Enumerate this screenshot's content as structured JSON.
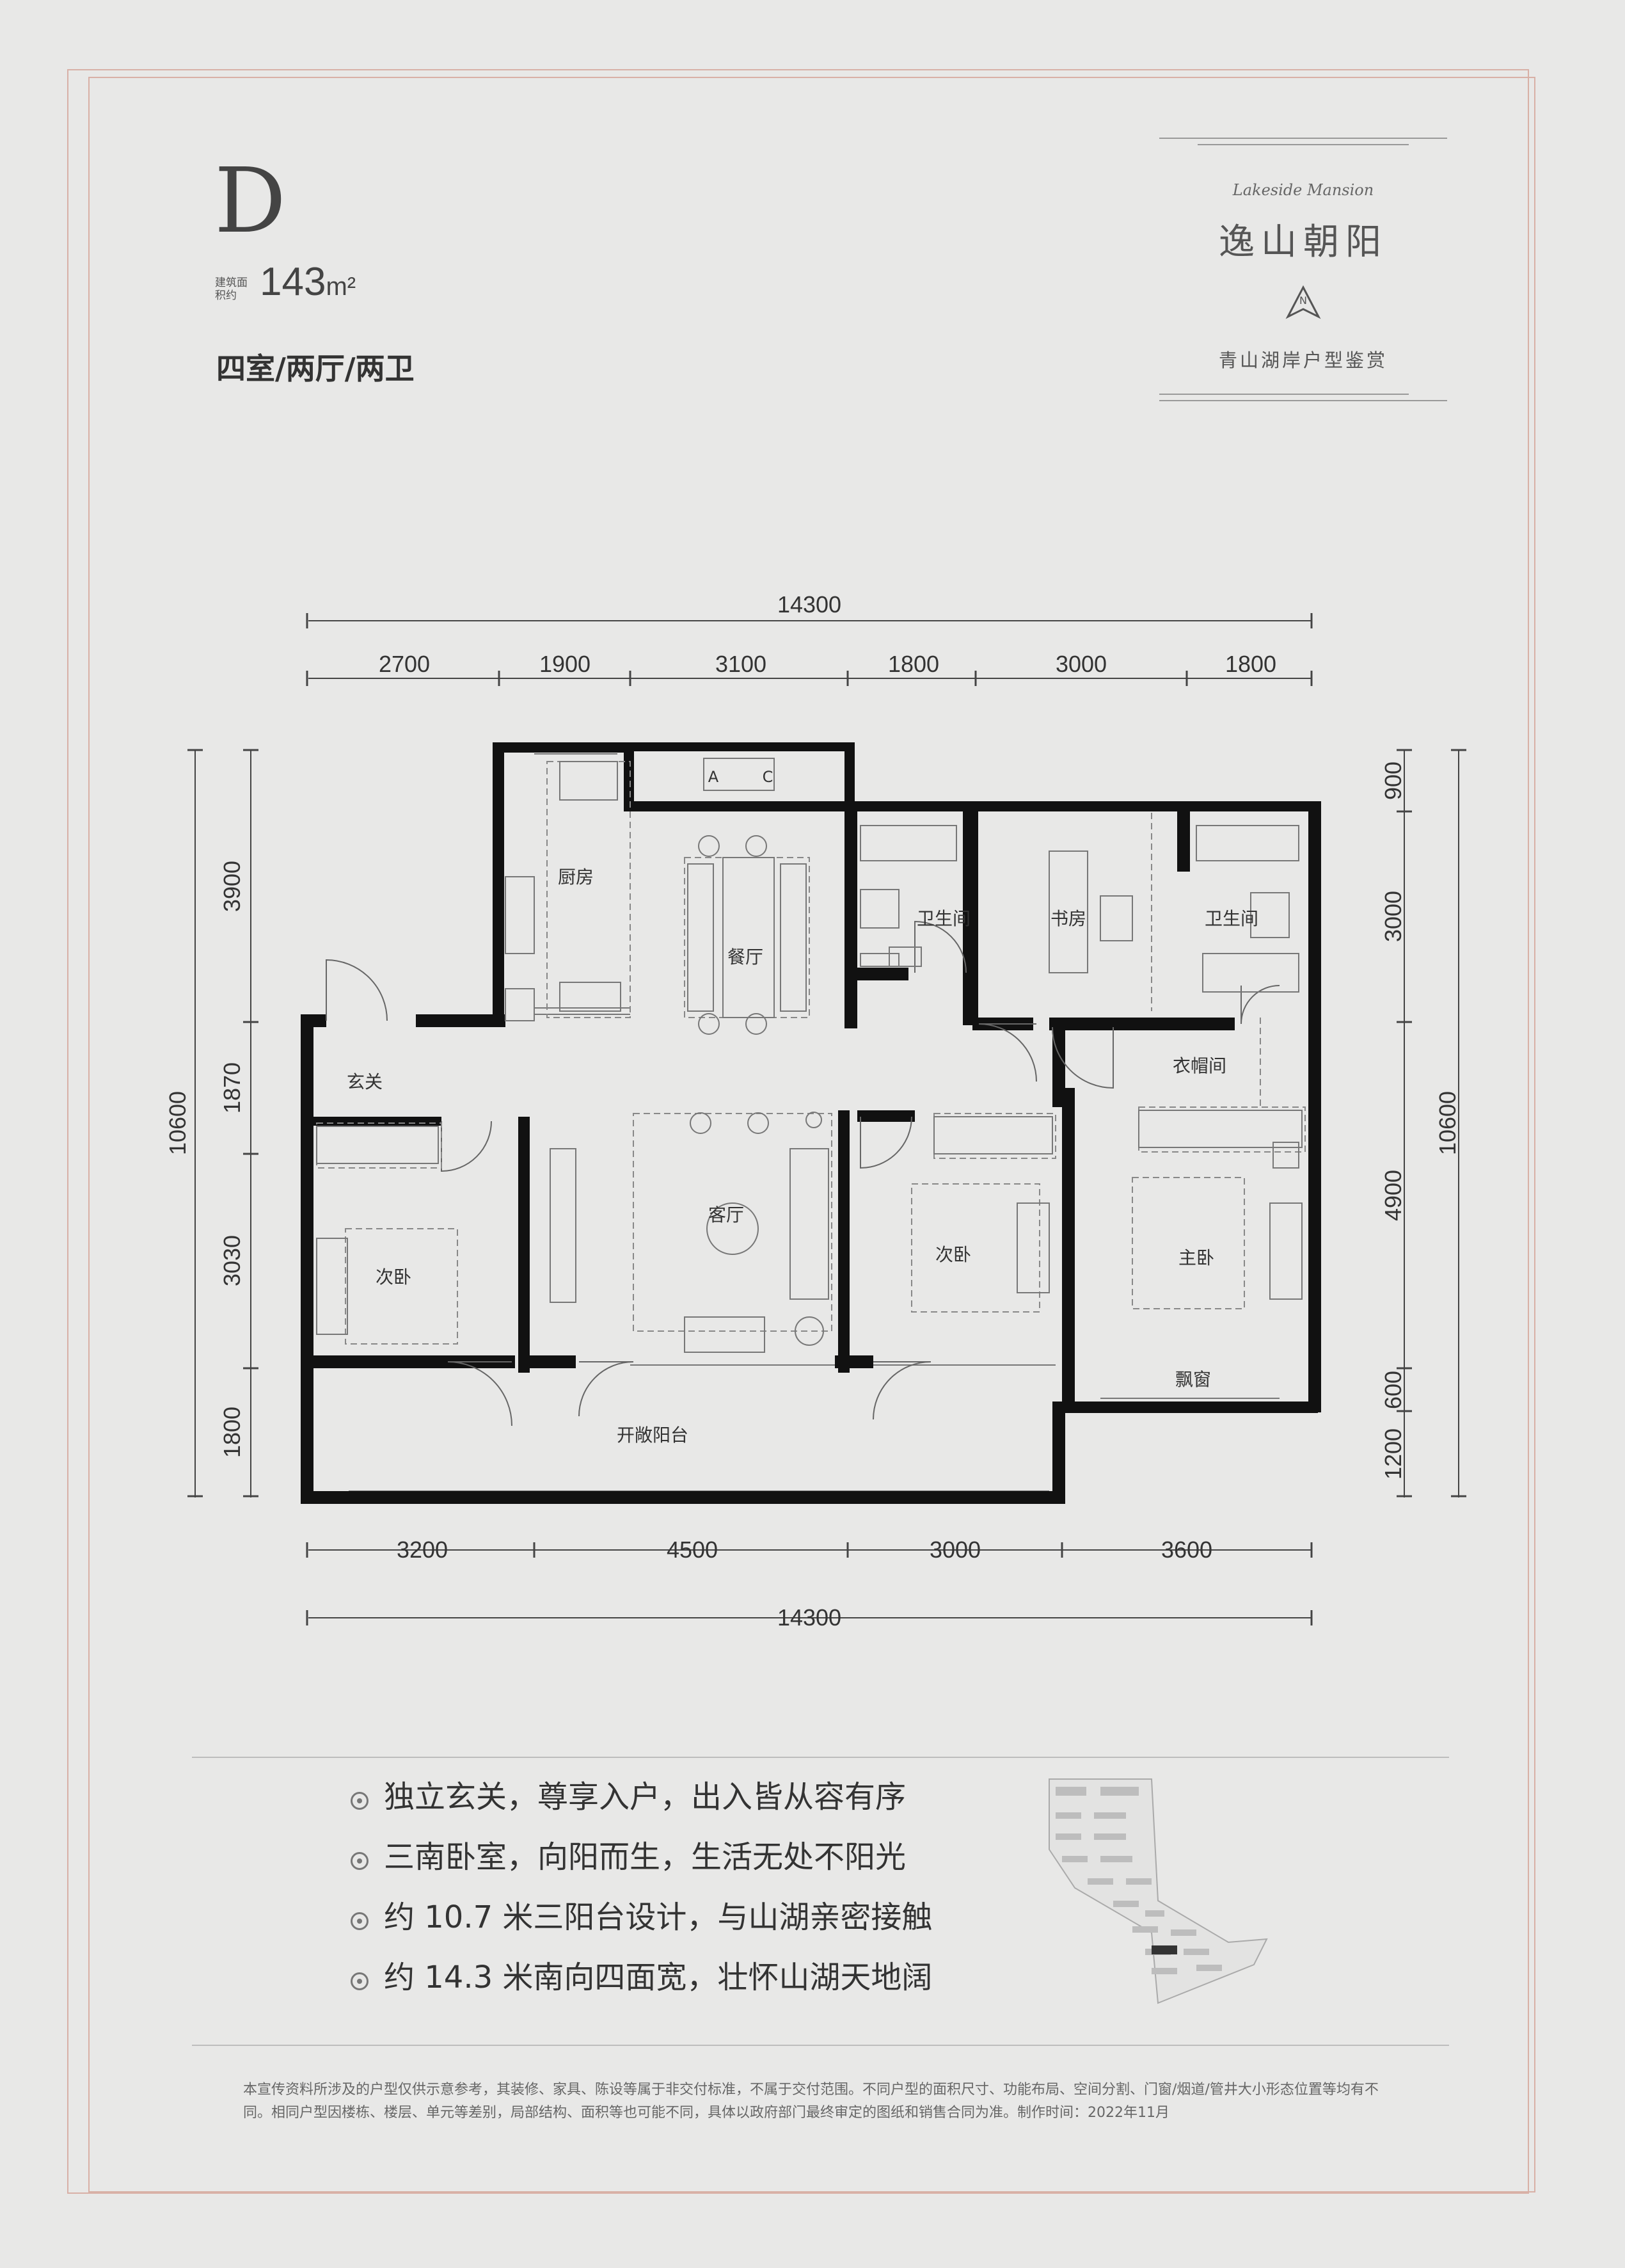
{
  "unit": {
    "type_letter": "D",
    "area_caption": "建筑面积约",
    "area_value": "143",
    "area_unit": "m²",
    "layout_type": "四室/两厅/两卫"
  },
  "brand": {
    "script_text": "Lakeside Mansion",
    "name": "逸山朝阳",
    "subtitle": "青山湖岸户型鉴赏"
  },
  "plan": {
    "dimensions": {
      "top_total": "14300",
      "top_segments": [
        "2700",
        "1900",
        "3100",
        "1800",
        "3000",
        "1800"
      ],
      "bottom_segments": [
        "3200",
        "4500",
        "3000",
        "3600"
      ],
      "bottom_total": "14300",
      "left_segments": [
        "3900",
        "1870",
        "3030",
        "1800"
      ],
      "left_total": "10600",
      "right_segments": [
        "900",
        "3000",
        "4900",
        "600",
        "1200"
      ],
      "right_total": "10600"
    },
    "rooms": {
      "kitchen": "厨房",
      "dining": "餐厅",
      "bath_1": "卫生间",
      "study": "书房",
      "bath_2": "卫生间",
      "entry": "玄关",
      "living": "客厅",
      "bedroom_west": "次卧",
      "bedroom_mid": "次卧",
      "walk_in": "衣帽间",
      "master": "主卧",
      "bay_window": "飘窗",
      "balcony": "开敞阳台",
      "ac_a": "A",
      "ac_c": "C"
    }
  },
  "features": [
    "独立玄关，尊享入户，出入皆从容有序",
    "三南卧室，向阳而生，生活无处不阳光",
    "约 10.7 米三阳台设计，与山湖亲密接触",
    "约 14.3 米南向四面宽，壮怀山湖天地阔"
  ],
  "disclaimer": "本宣传资料所涉及的户型仅供示意参考，其装修、家具、陈设等属于非交付标准，不属于交付范围。不同户型的面积尺寸、功能布局、空间分割、门窗/烟道/管井大小形态位置等均有不同。相同户型因楼栋、楼层、单元等差别，局部结构、面积等也可能不同，具体以政府部门最终审定的图纸和销售合同为准。制作时间：2022年11月",
  "colors": {
    "background": "#e8e8e7",
    "frame": "#d8b0a6",
    "wall": "#111111",
    "text": "#333333"
  }
}
